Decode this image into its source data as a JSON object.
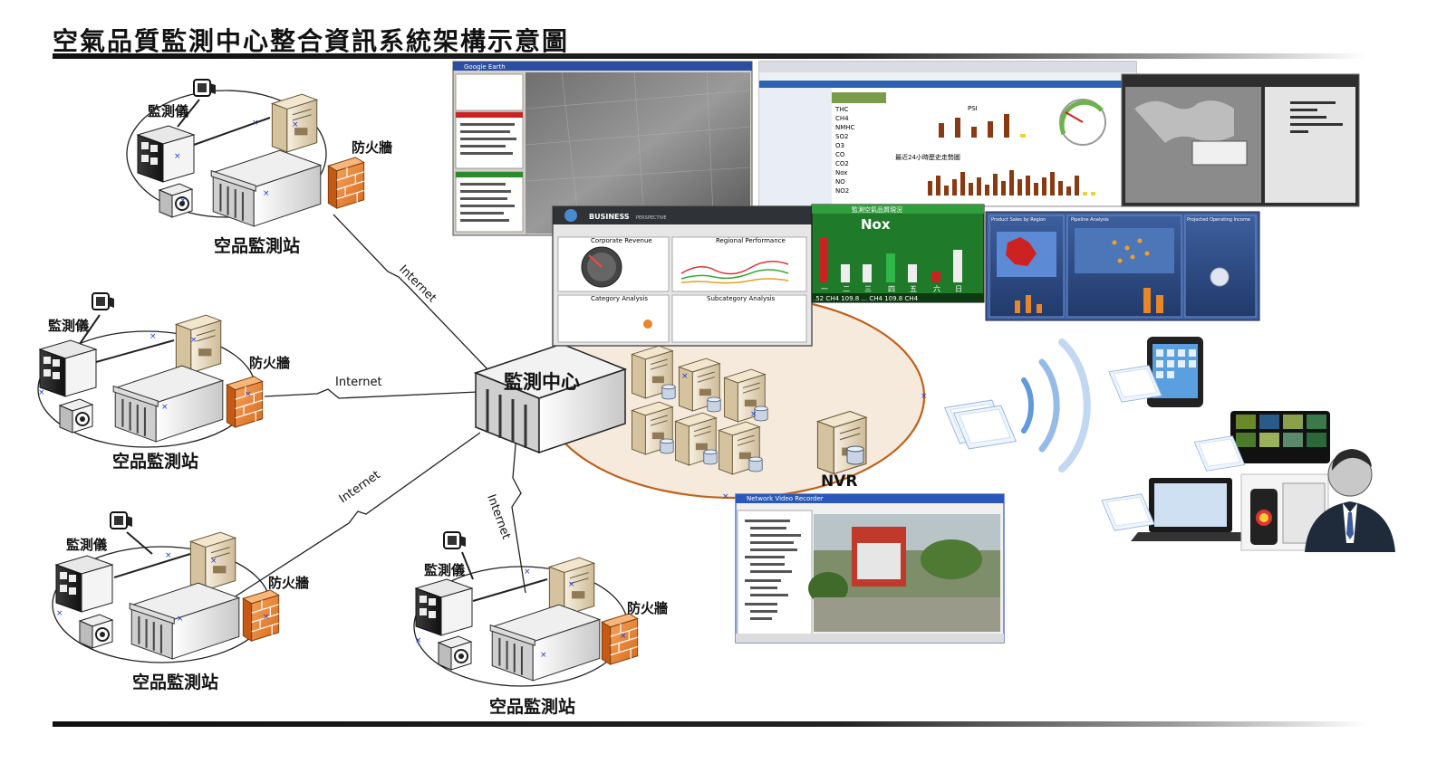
{
  "title": "空氣品質監測中心整合資訊系統架構示意圖",
  "center": {
    "label": "監測中心"
  },
  "nvr": {
    "label": "NVR"
  },
  "stations": [
    {
      "monitor_label": "監測儀",
      "firewall_label": "防火牆",
      "station_label": "空品監測站"
    },
    {
      "monitor_label": "監測儀",
      "firewall_label": "防火牆",
      "station_label": "空品監測站"
    },
    {
      "monitor_label": "監測儀",
      "firewall_label": "防火牆",
      "station_label": "空品監測站"
    },
    {
      "monitor_label": "監測儀",
      "firewall_label": "防火牆",
      "station_label": "空品監測站"
    }
  ],
  "links": [
    {
      "label": "Internet"
    },
    {
      "label": "Internet"
    },
    {
      "label": "Internet"
    },
    {
      "label": "Internet"
    }
  ],
  "screenshots": {
    "google_earth": {
      "title": "Google Earth"
    },
    "monitor_web": {
      "psi_label": "PSI",
      "history_label": "最近24小時歷史走勢圖",
      "pollutants": [
        "THC",
        "CH4",
        "NMHC",
        "SO2",
        "O3",
        "CO",
        "CO2",
        "Nox",
        "NO",
        "NO2"
      ]
    },
    "business": {
      "brand": "BUSINESS",
      "brand_sub": "PERSPECTIVE",
      "panels": [
        "Corporate Revenue",
        "Regional Performance",
        "Category Analysis",
        "Subcategory Analysis"
      ]
    },
    "nox": {
      "header": "監測空氣品質現況",
      "title": "Nox",
      "axis": [
        "一",
        "二",
        "三",
        "四",
        "五",
        "六",
        "日"
      ],
      "ticker": ".52  CH4 109.8  ...  CH4 109.8  CH4"
    },
    "sales": {
      "panels": [
        "Product Sales by Region",
        "Pipeline Analysis",
        "Projected Operating Income"
      ]
    },
    "nvr_app": {
      "title": "Network Video Recorder"
    }
  },
  "colors": {
    "ellipse_fill": "#f5eadc",
    "ellipse_stroke": "#c0601a",
    "firewall": "#ee8a3a",
    "server": "#e9dcc4",
    "link_dot": "#1f3ccc",
    "wifi": "#4f8fd8"
  }
}
